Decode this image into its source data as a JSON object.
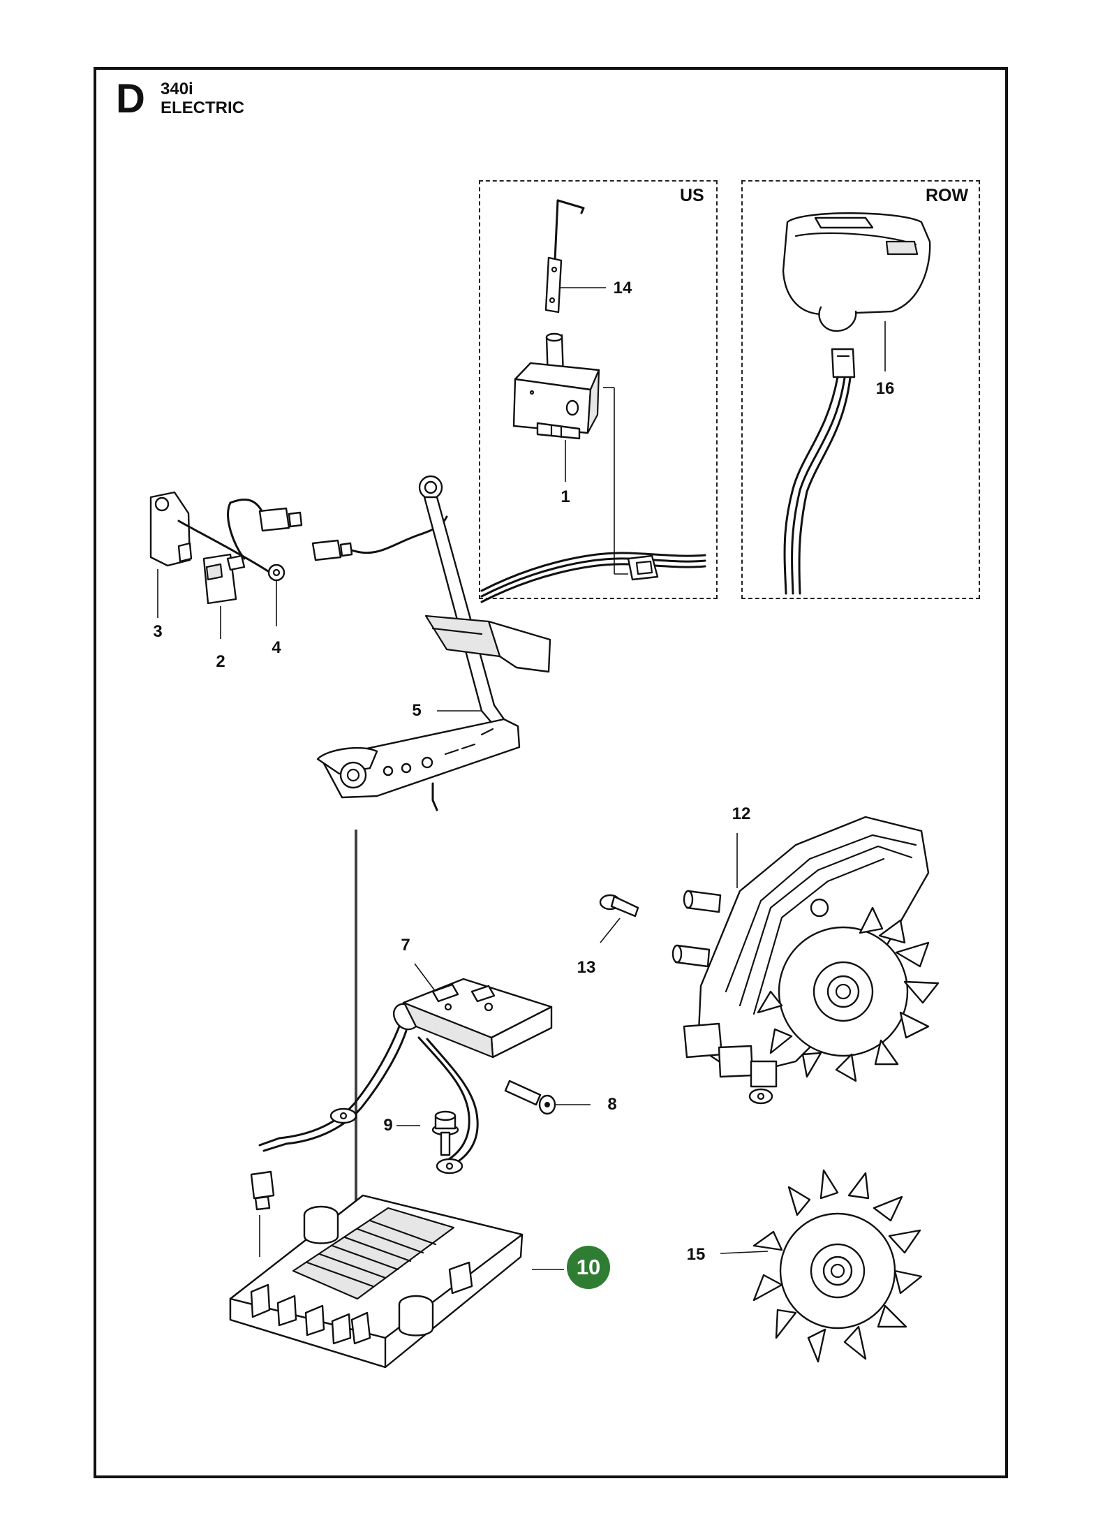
{
  "page": {
    "section_letter": "D",
    "model": "340i",
    "section_title": "ELECTRIC"
  },
  "regions": {
    "us_label": "US",
    "row_label": "ROW"
  },
  "parts": [
    {
      "key": "p1",
      "number": "1"
    },
    {
      "key": "p2",
      "number": "2"
    },
    {
      "key": "p3",
      "number": "3"
    },
    {
      "key": "p4",
      "number": "4"
    },
    {
      "key": "p5",
      "number": "5"
    },
    {
      "key": "p7",
      "number": "7"
    },
    {
      "key": "p8",
      "number": "8"
    },
    {
      "key": "p9",
      "number": "9"
    },
    {
      "key": "p12",
      "number": "12"
    },
    {
      "key": "p13",
      "number": "13"
    },
    {
      "key": "p14",
      "number": "14"
    },
    {
      "key": "p15",
      "number": "15"
    },
    {
      "key": "p16",
      "number": "16"
    }
  ],
  "highlighted_part": {
    "number": "10",
    "color": "#2e7d32"
  }
}
